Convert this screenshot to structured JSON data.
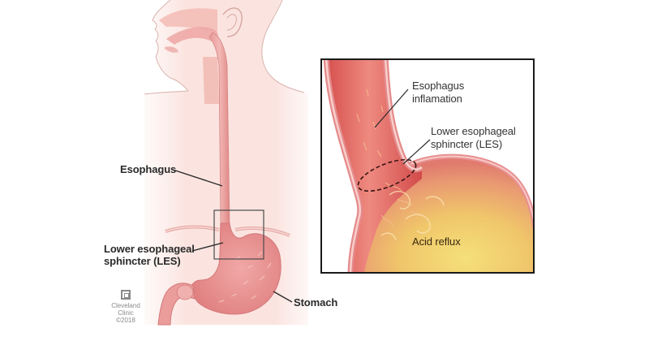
{
  "overview": {
    "labels": {
      "esophagus": "Esophagus",
      "les_line1": "Lower esophageal",
      "les_line2": "sphincter (LES)",
      "stomach": "Stomach"
    },
    "logo": {
      "name_line1": "Cleveland",
      "name_line2": "Clinic",
      "copyright": "©2018"
    }
  },
  "inset": {
    "labels": {
      "inflammation_line1": "Esophagus",
      "inflammation_line2": "inflamation",
      "les_line1": "Lower esophageal",
      "les_line2": "sphincter (LES)",
      "acid_reflux": "Acid reflux"
    }
  },
  "colors": {
    "skin": "#fbe4e0",
    "skin_outline": "#d9b5b0",
    "esophagus": "#e89a98",
    "stomach": "#e58f8e",
    "inset_border": "#1a1a1a",
    "inflamed": "#d9534f",
    "acid": "#f2d36b"
  }
}
